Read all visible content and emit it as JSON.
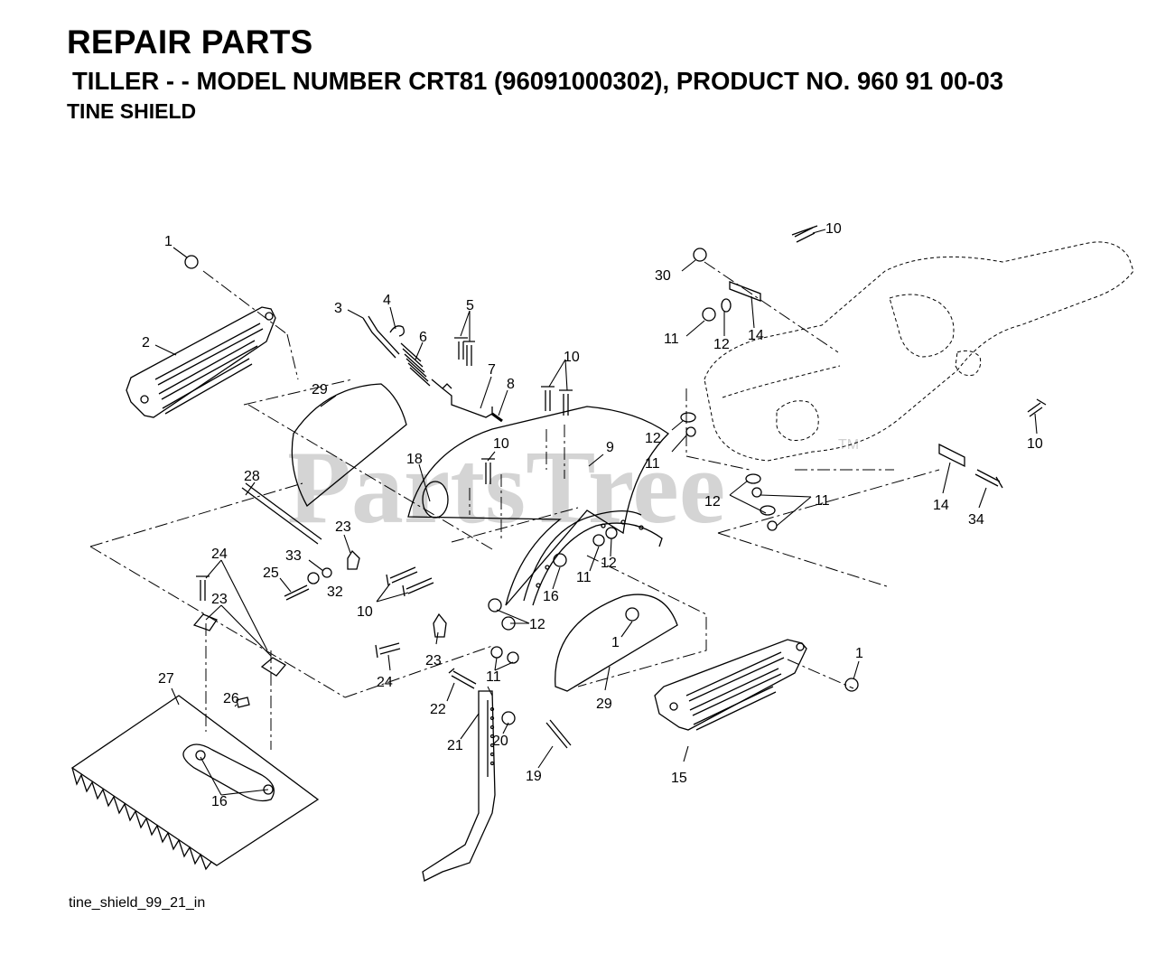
{
  "header": {
    "title": "REPAIR PARTS",
    "subtitle": "TILLER - - MODEL NUMBER CRT81 (96091000302), PRODUCT NO. 960 91 00-03",
    "section": "TINE SHIELD"
  },
  "watermark": {
    "text": "PartsTree",
    "tm": "TM"
  },
  "footer": {
    "drawing_id": "tine_shield_99_21_in"
  },
  "callouts": [
    {
      "n": "1"
    },
    {
      "n": "2"
    },
    {
      "n": "3"
    },
    {
      "n": "4"
    },
    {
      "n": "5"
    },
    {
      "n": "6"
    },
    {
      "n": "7"
    },
    {
      "n": "8"
    },
    {
      "n": "29"
    },
    {
      "n": "10"
    },
    {
      "n": "9"
    },
    {
      "n": "10"
    },
    {
      "n": "18"
    },
    {
      "n": "28"
    },
    {
      "n": "23"
    },
    {
      "n": "33"
    },
    {
      "n": "25"
    },
    {
      "n": "32"
    },
    {
      "n": "24"
    },
    {
      "n": "23"
    },
    {
      "n": "10"
    },
    {
      "n": "27"
    },
    {
      "n": "26"
    },
    {
      "n": "16"
    },
    {
      "n": "23"
    },
    {
      "n": "24"
    },
    {
      "n": "22"
    },
    {
      "n": "21"
    },
    {
      "n": "20"
    },
    {
      "n": "19"
    },
    {
      "n": "12"
    },
    {
      "n": "11"
    },
    {
      "n": "16"
    },
    {
      "n": "11"
    },
    {
      "n": "12"
    },
    {
      "n": "1"
    },
    {
      "n": "29"
    },
    {
      "n": "15"
    },
    {
      "n": "1"
    },
    {
      "n": "30"
    },
    {
      "n": "10"
    },
    {
      "n": "11"
    },
    {
      "n": "12"
    },
    {
      "n": "14"
    },
    {
      "n": "12"
    },
    {
      "n": "11"
    },
    {
      "n": "12"
    },
    {
      "n": "11"
    },
    {
      "n": "10"
    },
    {
      "n": "14"
    },
    {
      "n": "34"
    }
  ]
}
